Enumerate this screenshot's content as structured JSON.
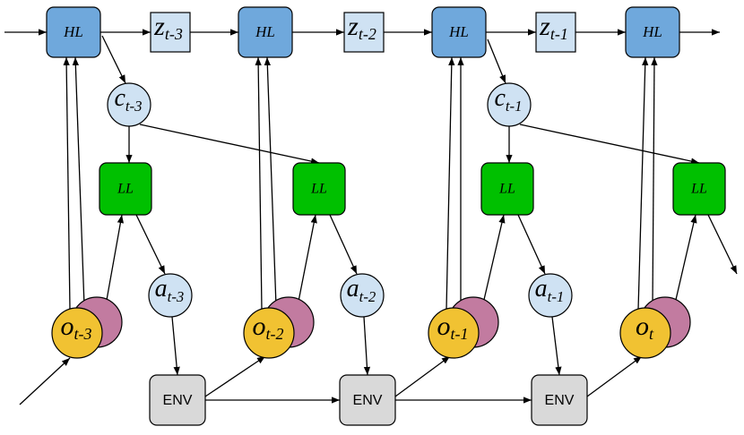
{
  "colors": {
    "hl_fill": "#6fa8dc",
    "z_fill": "#cfe2f3",
    "c_fill": "#cfe2f3",
    "a_fill": "#cfe2f3",
    "ll_fill": "#00c000",
    "o_fill": "#f1c232",
    "o_back_fill": "#c27ba0",
    "env_fill": "#d9d9d9",
    "stroke": "#000000"
  },
  "hl_label": "HL",
  "ll_label": "LL",
  "env_label": "ENV",
  "z_nodes": [
    {
      "base": "z",
      "sub": "t-3"
    },
    {
      "base": "z",
      "sub": "t-2"
    },
    {
      "base": "z",
      "sub": "t-1"
    }
  ],
  "c_nodes": [
    {
      "base": "c",
      "sub": "t-3"
    },
    {
      "base": "c",
      "sub": "t-1"
    }
  ],
  "a_nodes": [
    {
      "base": "a",
      "sub": "t-3"
    },
    {
      "base": "a",
      "sub": "t-2"
    },
    {
      "base": "a",
      "sub": "t-1"
    }
  ],
  "o_nodes": [
    {
      "base": "o",
      "sub": "t-3"
    },
    {
      "base": "o",
      "sub": "t-2"
    },
    {
      "base": "o",
      "sub": "t-1"
    },
    {
      "base": "o",
      "sub": "t"
    }
  ]
}
